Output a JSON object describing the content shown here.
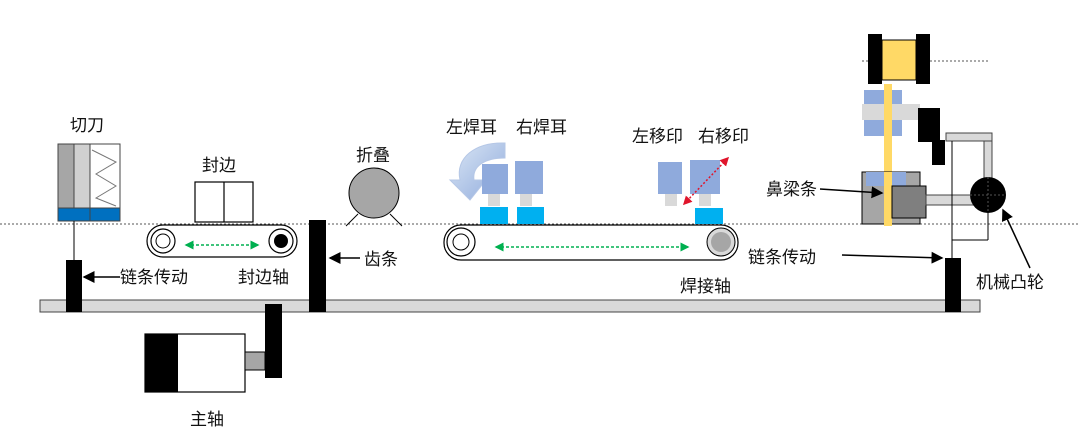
{
  "labels": {
    "cutter": "切刀",
    "edge_seal": "封边",
    "fold": "折叠",
    "left_weld_ear": "左焊耳",
    "right_weld_ear": "右焊耳",
    "left_move_print": "左移印",
    "right_move_print": "右移印",
    "nose_bar": "鼻梁条",
    "chain_drive_left": "链条传动",
    "edge_seal_axis": "封边轴",
    "rack": "齿条",
    "chain_drive_right": "链条传动",
    "weld_axis": "焊接轴",
    "mechanical_cam": "机械凸轮",
    "main_axis": "主轴"
  },
  "colors": {
    "frame": "#d9d9d9",
    "black": "#000000",
    "blue": "#0070c0",
    "light_blue": "#8faadc",
    "cyan": "#00b0f0",
    "gray": "#a6a6a6",
    "dark_gray": "#7f7f7f",
    "yellow": "#ffd966",
    "green_arrow": "#00b050",
    "red_arrow": "#e0142b"
  }
}
